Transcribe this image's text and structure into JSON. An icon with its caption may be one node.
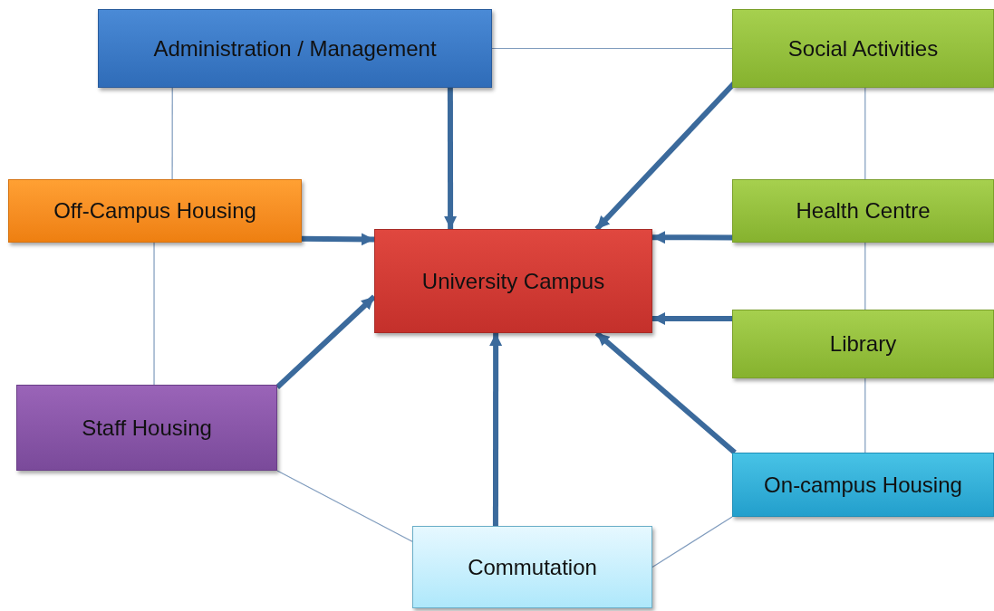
{
  "diagram": {
    "nodes": [
      {
        "text": [
          "Administration / Management"
        ]
      },
      {
        "text": [
          "Social Activities"
        ]
      },
      {
        "text": [
          "Off-Campus Housing"
        ]
      },
      {
        "text": [
          "University Campus"
        ]
      },
      {
        "text": [
          "Health Centre"
        ]
      },
      {
        "text": [
          "Library"
        ]
      },
      {
        "text": [
          "Staff Housing"
        ]
      },
      {
        "text": [
          "On-campus Housing"
        ]
      },
      {
        "text": [
          "Commutation"
        ]
      }
    ],
    "edges": [
      {
        "from": 0,
        "to": 3,
        "arrow": "to",
        "style": "thick"
      },
      {
        "from": 1,
        "to": 3,
        "arrow": "to",
        "style": "thick"
      },
      {
        "from": 2,
        "to": 3,
        "arrow": "to",
        "style": "thick"
      },
      {
        "from": 4,
        "to": 3,
        "arrow": "to",
        "style": "thick"
      },
      {
        "from": 5,
        "to": 3,
        "arrow": "to",
        "style": "thick"
      },
      {
        "from": 6,
        "to": 3,
        "arrow": "to",
        "style": "thick"
      },
      {
        "from": 8,
        "to": 3,
        "arrow": "to",
        "style": "thick"
      },
      {
        "from": 7,
        "to": 3,
        "arrow": "to",
        "style": "thick"
      },
      {
        "from": 0,
        "to": 1,
        "arrow": "none",
        "color": "#7f9bbd"
      },
      {
        "from": 0,
        "to": 2,
        "arrow": "none",
        "color": "#7f9bbd"
      },
      {
        "from": 2,
        "to": 6,
        "arrow": "none",
        "color": "#7f9bbd"
      },
      {
        "from": 6,
        "to": 8,
        "arrow": "none",
        "color": "#7f9bbd"
      },
      {
        "from": 8,
        "to": 7,
        "arrow": "none",
        "color": "#7f9bbd"
      },
      {
        "from": 1,
        "to": 4,
        "arrow": "none",
        "color": "#7f9bbd"
      },
      {
        "from": 4,
        "to": 5,
        "arrow": "none",
        "color": "#7f9bbd"
      },
      {
        "from": 5,
        "to": 7,
        "arrow": "none",
        "color": "#7f9bbd"
      }
    ]
  }
}
